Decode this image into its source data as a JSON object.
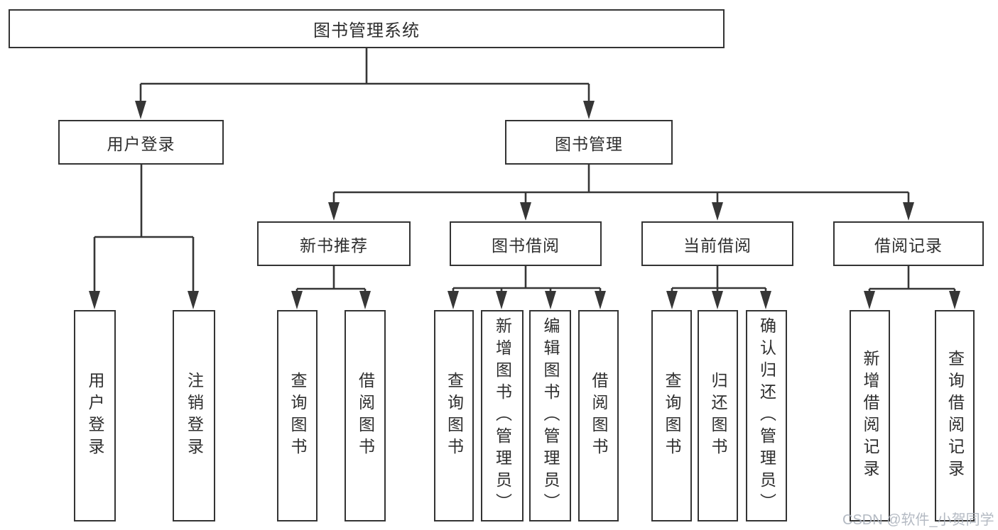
{
  "colors": {
    "background": "#ffffff",
    "line": "#363636",
    "box_border": "#343434",
    "text": "#2e2e2e",
    "watermark": "#aab1bb"
  },
  "tree": {
    "root_label": "图书管理系统",
    "branches": [
      {
        "label": "用户登录",
        "children": [
          {
            "label": "用户登录"
          },
          {
            "label": "注销登录"
          }
        ]
      },
      {
        "label": "图书管理",
        "children": [
          {
            "label": "新书推荐",
            "children": [
              {
                "label": "查询图书"
              },
              {
                "label": "借阅图书"
              }
            ]
          },
          {
            "label": "图书借阅",
            "children": [
              {
                "label": "查询图书"
              },
              {
                "label": "新增图书（管理员）"
              },
              {
                "label": "编辑图书（管理员）"
              },
              {
                "label": "借阅图书"
              }
            ]
          },
          {
            "label": "当前借阅",
            "children": [
              {
                "label": "查询图书"
              },
              {
                "label": "归还图书"
              },
              {
                "label": "确认归还（管理员）"
              }
            ]
          },
          {
            "label": "借阅记录",
            "children": [
              {
                "label": "新增借阅记录"
              },
              {
                "label": "查询借阅记录"
              }
            ]
          }
        ]
      }
    ]
  },
  "watermark": {
    "text": "CSDN @软件_小贺同学"
  }
}
